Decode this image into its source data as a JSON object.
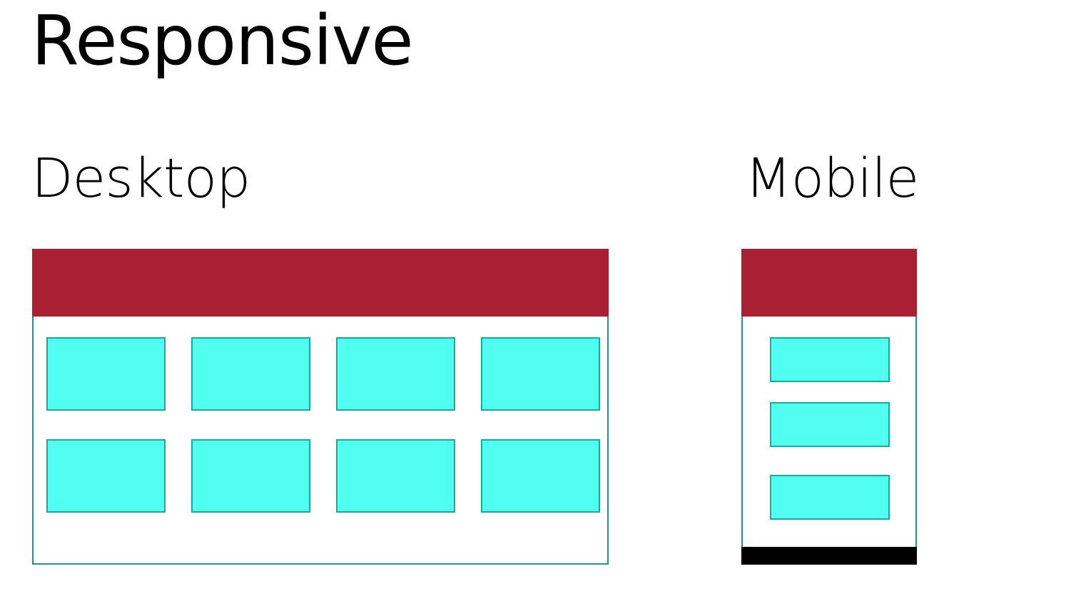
{
  "title": "Responsive",
  "desktop": {
    "label": "Desktop",
    "columns": 4,
    "rows": 2
  },
  "mobile": {
    "label": "Mobile",
    "rows": 3
  },
  "colors": {
    "header": "#a82031",
    "card_fill": "#50fff0",
    "card_border": "#1aaa9a",
    "frame_border": "#1a9a8c",
    "mobile_footer": "#000000"
  }
}
